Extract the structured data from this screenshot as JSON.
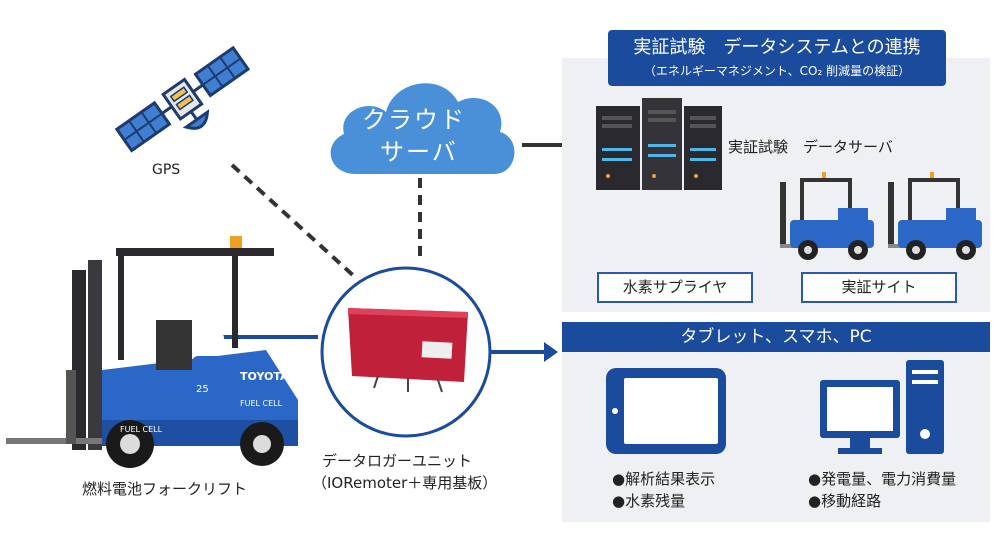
{
  "gps": {
    "label": "GPS"
  },
  "cloud": {
    "line1": "クラウド",
    "line2": "サーバ"
  },
  "system_panel": {
    "title": "実証試験　データシステムとの連携",
    "subtitle": "（エネルギーマネジメント、CO₂ 削減量の検証）",
    "server_label": "実証試験　データサーバ",
    "box_supplier": "水素サプライヤ",
    "box_site": "実証サイト"
  },
  "device_panel": {
    "title": "タブレット、スマホ、PC",
    "tablet_items": [
      "●解析結果表示",
      "●水素残量"
    ],
    "pc_items": [
      "●発電量、電力消費量",
      "●移動経路"
    ]
  },
  "logger": {
    "line1": "データロガーユニット",
    "line2": "（IORemoter＋専用基板）"
  },
  "forklift": {
    "label": "燃料電池フォークリフト",
    "brand": "TOYOTA",
    "badge": "FUEL CELL",
    "model": "25"
  },
  "colors": {
    "brand_blue": "#1a4b9c",
    "panel_gray": "#eef0f3",
    "cloud_blue": "#4a90d9",
    "logger_red": "#c0203a"
  }
}
